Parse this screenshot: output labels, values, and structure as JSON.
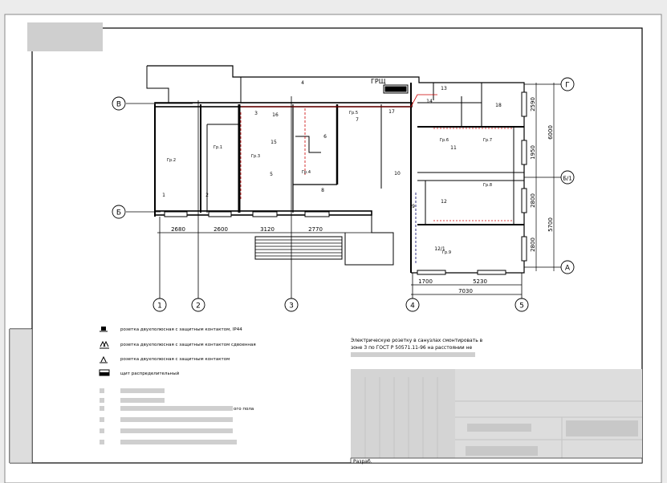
{
  "axes": {
    "letters": [
      "В",
      "Б",
      "А",
      "Г",
      "Б/1"
    ],
    "numbers": [
      "1",
      "2",
      "3",
      "4",
      "5"
    ]
  },
  "dimensions": {
    "bottom": [
      "2680",
      "2600",
      "3120",
      "2770"
    ],
    "bottom_right": [
      "1700",
      "5230",
      "7030"
    ],
    "right": [
      "2590",
      "1950",
      "2800",
      "2800",
      "6000",
      "5700"
    ]
  },
  "rooms": [
    "1",
    "2",
    "3",
    "4",
    "5",
    "6",
    "7",
    "8",
    "9",
    "10",
    "11",
    "12",
    "12/1",
    "13",
    "14",
    "15",
    "16",
    "17",
    "18"
  ],
  "groups": [
    "Гр.2",
    "Гр.1",
    "Гр.3",
    "Гр.4",
    "Гр.5",
    "Гр.6",
    "Гр.7",
    "Гр.8",
    "Гр.9"
  ],
  "panel_label": "ГРЩ",
  "legend": [
    {
      "icon": "socket-ip44-icon",
      "text": "розетка двухполюсная с защитным контактом, IP44"
    },
    {
      "icon": "socket-double-icon",
      "text": "розетка двухполюсная с защитным контактом сдвоенная"
    },
    {
      "icon": "socket-icon",
      "text": "розетка двухполюсная с защитным контактом"
    },
    {
      "icon": "panel-icon",
      "text": "щит распределительный"
    }
  ],
  "note_lines": [
    "Электрическую розетку в санузлах смонтировать в",
    "зоне 3 по ГОСТ Р 50571.11-96 на расстоянии не"
  ],
  "legend_fragment": "ого пола",
  "title_block_label": "Разраб."
}
